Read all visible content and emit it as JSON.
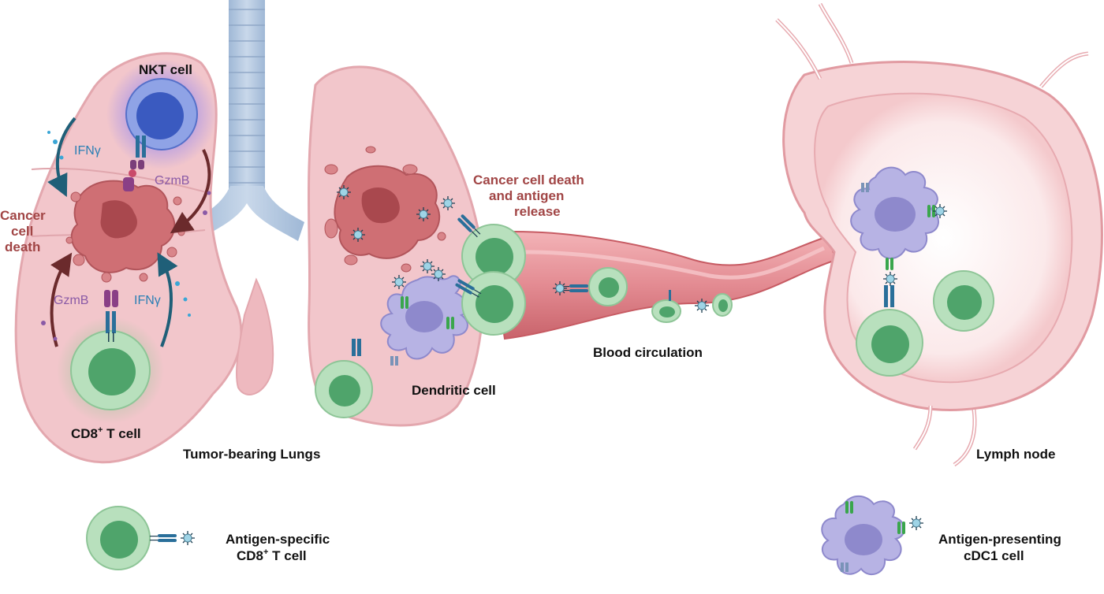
{
  "labels": {
    "nkt_cell": "NKT cell",
    "ifng_top": "IFNγ",
    "gzmb_top": "GzmB",
    "cancer_cell_death_1": "Cancer",
    "cancer_cell_death_2": "cell",
    "cancer_cell_death_3": "death",
    "gzmb_bottom": "GzmB",
    "ifng_bottom": "IFNγ",
    "cd8_t_cell_pre": "CD8",
    "cd8_t_cell_sup": "+",
    "cd8_t_cell_post": " T cell",
    "tumor_bearing_lungs": "Tumor-bearing Lungs",
    "antigen_release_1": "Cancer cell death",
    "antigen_release_2": "and antigen",
    "antigen_release_3": "release",
    "dendritic_cell": "Dendritic cell",
    "blood_circulation": "Blood circulation",
    "lymph_node": "Lymph node"
  },
  "legend": {
    "antigen_specific_1": "Antigen-specific",
    "antigen_specific_2_pre": "CD8",
    "antigen_specific_2_sup": "+",
    "antigen_specific_2_post": " T cell",
    "apc_1": "Antigen-presenting",
    "apc_2": "cDC1 cell"
  },
  "colors": {
    "lung_fill": "#f2c6cb",
    "lung_stroke": "#e3a7ae",
    "tumor": "#cf6f74",
    "tumor_dark": "#a9484e",
    "t_cell_outer": "#b8e0bd",
    "t_cell_inner": "#4fa46b",
    "nkt_cell": "#3a5ac0",
    "dendritic": "#b7b3e4",
    "receptor": "#2a6f9a",
    "green_receptor": "#3aa64c",
    "antigen": "#9fd4e6",
    "vessel": "#e79096",
    "label_red": "#a14545",
    "label_blue": "#2b7fb4",
    "label_purple": "#8a5aa6"
  }
}
